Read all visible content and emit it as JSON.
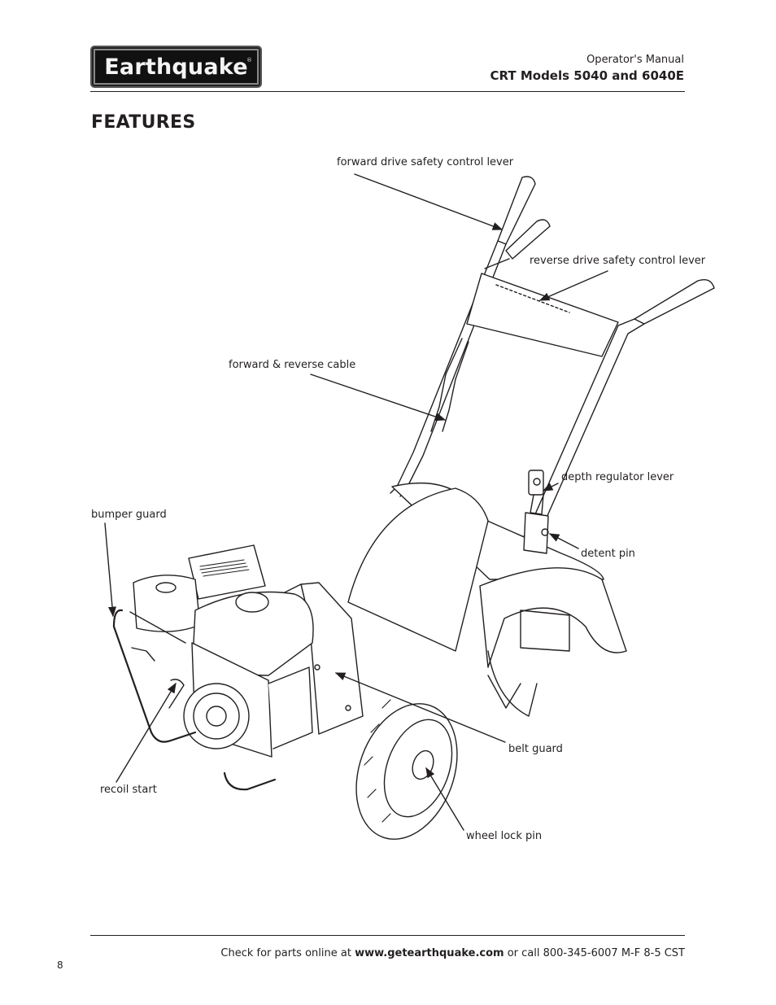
{
  "header": {
    "logo_text": "Earthquake",
    "logo_mark": "®",
    "manual_label": "Operator's Manual",
    "models_label": "CRT Models 5040 and 6040E"
  },
  "section": {
    "title": "FEATURES"
  },
  "callouts": {
    "forward_lever": "forward drive safety control lever",
    "reverse_lever": "reverse drive safety control lever",
    "cable": "forward & reverse cable",
    "depth_lever": "depth regulator lever",
    "bumper_guard": "bumper guard",
    "detent_pin": "detent pin",
    "belt_guard": "belt guard",
    "recoil_start": "recoil start",
    "wheel_lock_pin": "wheel lock pin"
  },
  "footer": {
    "prefix": "Check for parts online at ",
    "url": "www.getearthquake.com",
    "suffix": " or call 800-345-6007 M-F 8-5 CST",
    "page_number": "8"
  },
  "illustration": {
    "subject": "rear-tine tiller line drawing",
    "stroke_color": "#231f20",
    "fill_color": "#ffffff"
  }
}
